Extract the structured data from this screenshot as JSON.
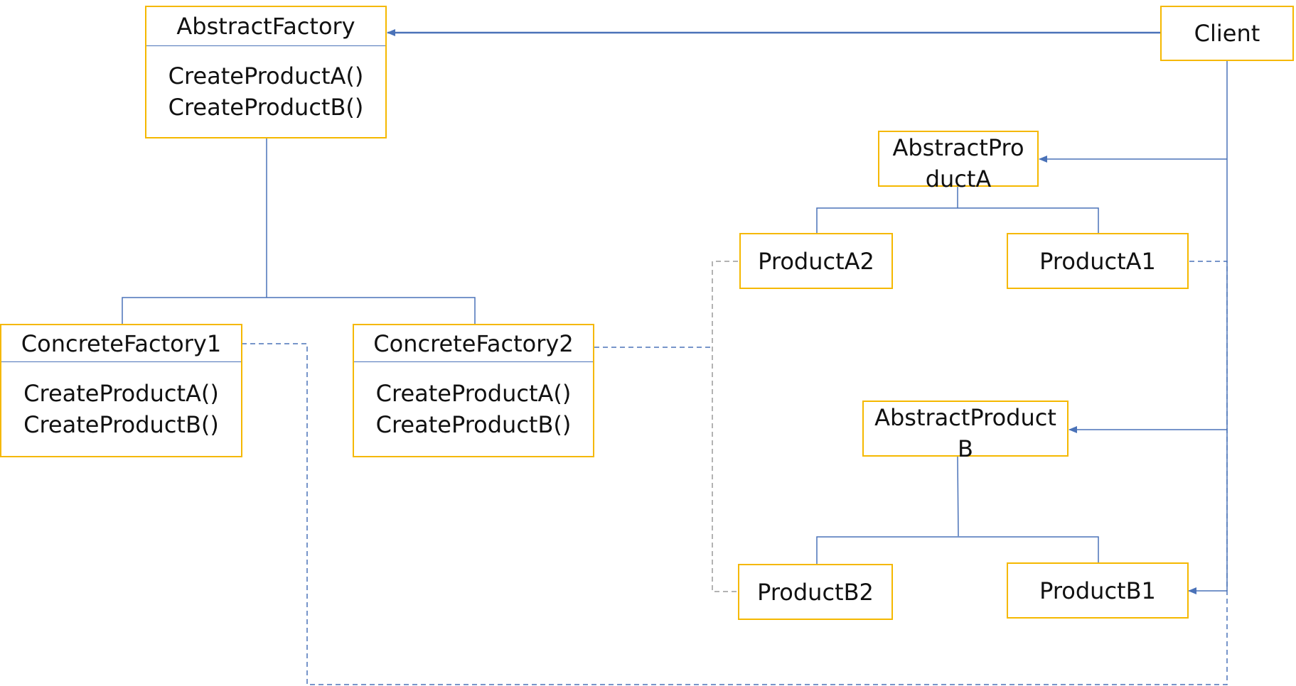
{
  "abstract_factory": {
    "name": "AbstractFactory",
    "methods": [
      "CreateProductA()",
      "CreateProductB()"
    ]
  },
  "concrete_factory_1": {
    "name": "ConcreteFactory1",
    "methods": [
      "CreateProductA()",
      "CreateProductB()"
    ]
  },
  "concrete_factory_2": {
    "name": "ConcreteFactory2",
    "methods": [
      "CreateProductA()",
      "CreateProductB()"
    ]
  },
  "client": {
    "name": "Client"
  },
  "abstract_product_a": {
    "line1": "AbstractPro",
    "line2": "ductA"
  },
  "abstract_product_b": {
    "line1": "AbstractProduct",
    "line2": "B"
  },
  "product_a2": {
    "name": "ProductA2"
  },
  "product_a1": {
    "name": "ProductA1"
  },
  "product_b2": {
    "name": "ProductB2"
  },
  "product_b1": {
    "name": "ProductB1"
  },
  "colors": {
    "box_border": "#F5B800",
    "solid_line": "#4A72B8",
    "dashed_blue": "#4A72B8",
    "dashed_gray": "#9A9A9A"
  }
}
